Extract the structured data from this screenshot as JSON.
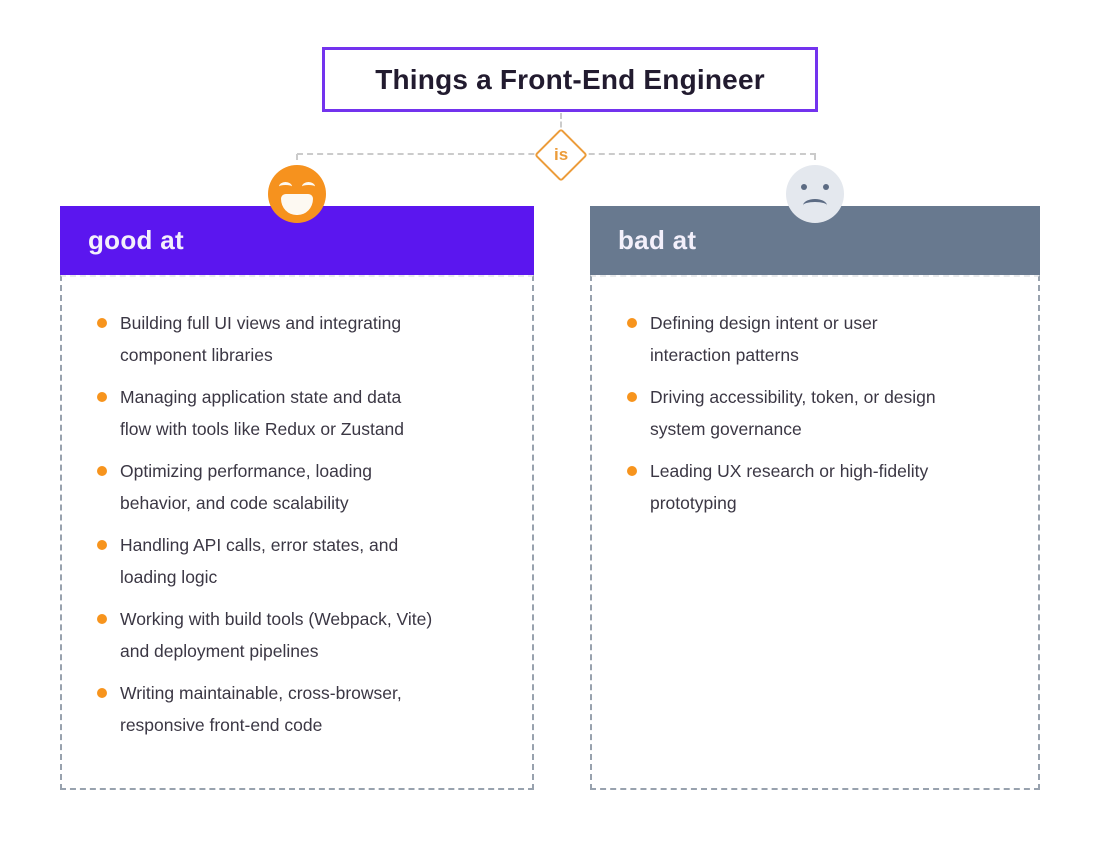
{
  "title": "Things a Front-End Engineer",
  "connector": {
    "label": "is"
  },
  "columns": {
    "good": {
      "header": "good at",
      "mood_icon": "happy-face-icon",
      "items": [
        "Building full UI views and integrating\ncomponent libraries",
        "Managing application state and data\nflow with tools like Redux or Zustand",
        "Optimizing performance, loading\nbehavior, and code scalability",
        "Handling API calls, error states, and\nloading logic",
        "Working with build tools (Webpack, Vite)\nand deployment pipelines",
        "Writing maintainable, cross-browser,\nresponsive front-end code"
      ]
    },
    "bad": {
      "header": "bad at",
      "mood_icon": "sad-face-icon",
      "items": [
        "Defining design intent or user\ninteraction patterns",
        "Driving accessibility, token, or design\nsystem governance",
        "Leading UX research or high-fidelity\nprototyping"
      ]
    }
  },
  "colors": {
    "title_border": "#7333ee",
    "title_text": "#221b2f",
    "good_header_bg": "#5b16ef",
    "bad_header_bg": "#68798f",
    "header_text": "#f3f0fb",
    "accent_orange": "#f7941d",
    "diamond_border": "#ec9c3a",
    "happy_face_bg": "#f6921e",
    "sad_face_bg": "#e4e8ee",
    "face_feature_gray": "#5c6b83",
    "body_text": "#3b3744",
    "dashed_border": "#98a2ae",
    "connector_line": "#cbcbcb"
  }
}
